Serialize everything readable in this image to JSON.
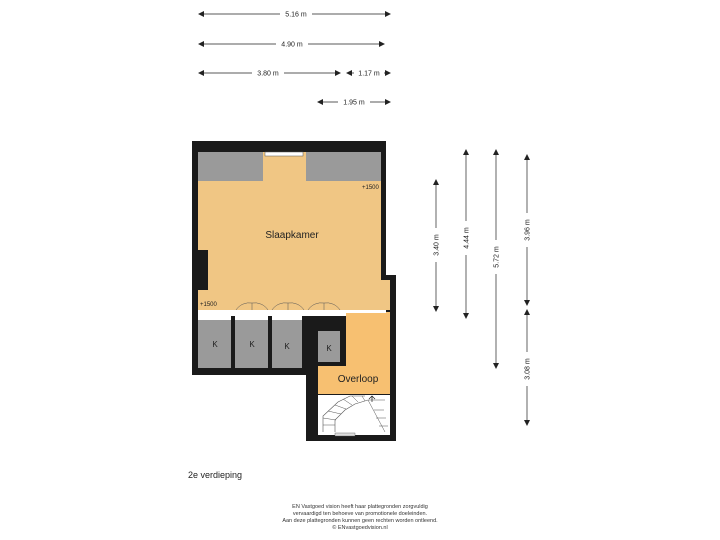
{
  "dimensions": {
    "top1": "5.16 m",
    "top2": "4.90 m",
    "top3a": "3.80 m",
    "top3b": "1.17 m",
    "top4": "1.95 m",
    "right1": "3.40 m",
    "right2": "4.44 m",
    "right3": "5.72 m",
    "right4": "3.96 m",
    "right5": "3.08 m"
  },
  "rooms": {
    "slaapkamer": "Slaapkamer",
    "overloop": "Overloop",
    "k1": "K",
    "k2": "K",
    "k3": "K",
    "k4": "K",
    "height1": "+1500",
    "height2": "+1500"
  },
  "colors": {
    "room_fill": "#f0c684",
    "overloop_fill": "#f7c071",
    "storage_fill": "#9a9a9a",
    "wall": "#1a1a1a"
  },
  "floor_title": "2e verdieping",
  "footer": {
    "line1": "EN Vastgoed vision heeft haar plattegronden zorgvuldig",
    "line2": "vervaardigd ten behoeve van promotionele doeleinden.",
    "line3": "Aan deze plattegronden kunnen geen rechten worden ontleend.",
    "line4": "© ENvastgoedvision.nl"
  }
}
